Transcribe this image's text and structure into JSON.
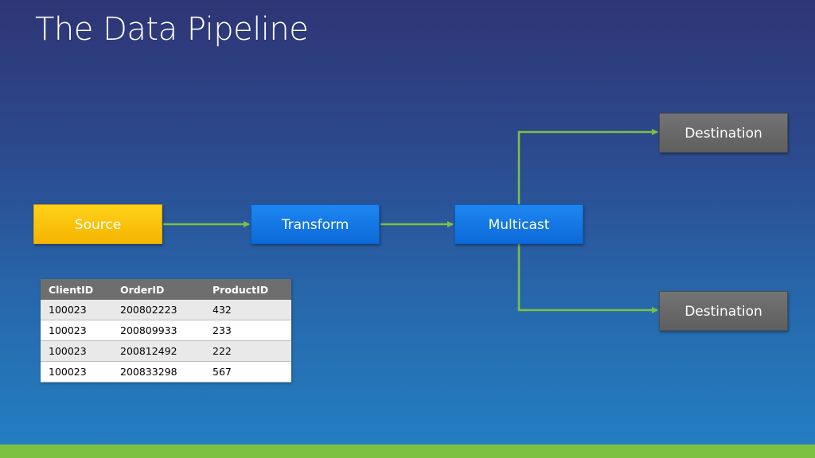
{
  "slide": {
    "title": "The Data Pipeline"
  },
  "nodes": {
    "source": "Source",
    "transform": "Transform",
    "multicast": "Multicast",
    "destination_top": "Destination",
    "destination_bottom": "Destination"
  },
  "table": {
    "headers": [
      "ClientID",
      "OrderID",
      "ProductID"
    ],
    "rows": [
      [
        "100023",
        "200802223",
        "432"
      ],
      [
        "100023",
        "200809933",
        "233"
      ],
      [
        "100023",
        "200812492",
        "222"
      ],
      [
        "100023",
        "200833298",
        "567"
      ]
    ]
  },
  "colors": {
    "background_top": "#2e3575",
    "background_bottom": "#2380c4",
    "source": "#f5b400",
    "process": "#0b6ad8",
    "destination": "#666666",
    "connector": "#7dc142"
  }
}
